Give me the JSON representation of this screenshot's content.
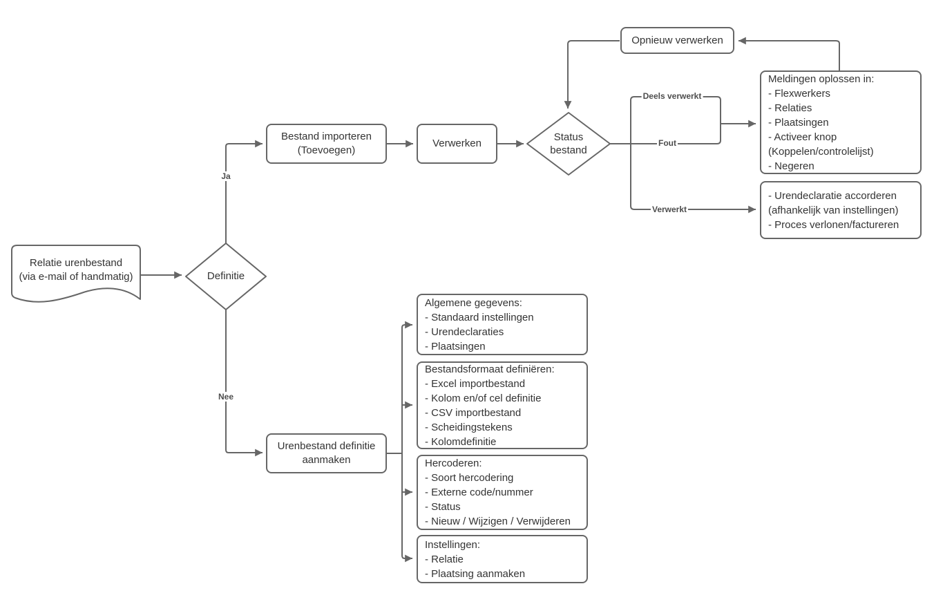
{
  "diagram": {
    "colors": {
      "stroke": "#666666",
      "text": "#333333",
      "edge_label": "#4d4d4d",
      "background": "#ffffff"
    },
    "nodes": {
      "relatie_urenbestand": {
        "shape": "document",
        "lines": [
          "Relatie urenbestand",
          "(via e-mail of handmatig)"
        ]
      },
      "definitie": {
        "shape": "diamond",
        "label": "Definitie"
      },
      "bestand_importeren": {
        "shape": "rounded-rect",
        "lines": [
          "Bestand importeren",
          "(Toevoegen)"
        ]
      },
      "verwerken": {
        "shape": "rounded-rect",
        "label": "Verwerken"
      },
      "status_bestand": {
        "shape": "diamond",
        "lines": [
          "Status",
          "bestand"
        ]
      },
      "opnieuw_verwerken": {
        "shape": "rounded-rect",
        "label": "Opnieuw verwerken"
      },
      "meldingen": {
        "shape": "rounded-rect",
        "lines": [
          "Meldingen oplossen in:",
          "- Flexwerkers",
          "- Relaties",
          "- Plaatsingen",
          "- Activeer knop",
          "(Koppelen/controlelijst)",
          "- Negeren"
        ]
      },
      "urendeclaratie": {
        "shape": "rounded-rect",
        "lines": [
          "- Urendeclaratie accorderen",
          "(afhankelijk van instellingen)",
          "- Proces verlonen/factureren"
        ]
      },
      "urenbestand_definitie": {
        "shape": "rounded-rect",
        "lines": [
          "Urenbestand definitie",
          "aanmaken"
        ]
      },
      "algemene_gegevens": {
        "shape": "rounded-rect",
        "lines": [
          "Algemene gegevens:",
          "- Standaard instellingen",
          "- Urendeclaraties",
          "- Plaatsingen"
        ]
      },
      "bestandsformaat": {
        "shape": "rounded-rect",
        "lines": [
          "Bestandsformaat definiëren:",
          "- Excel importbestand",
          "- Kolom en/of cel definitie",
          "- CSV importbestand",
          "- Scheidingstekens",
          "- Kolomdefinitie"
        ]
      },
      "hercoderen": {
        "shape": "rounded-rect",
        "lines": [
          "Hercoderen:",
          "- Soort hercodering",
          "- Externe code/nummer",
          "- Status",
          "- Nieuw / Wijzigen / Verwijderen"
        ]
      },
      "instellingen": {
        "shape": "rounded-rect",
        "lines": [
          "Instellingen:",
          "- Relatie",
          "- Plaatsing aanmaken"
        ]
      }
    },
    "edge_labels": {
      "ja": "Ja",
      "nee": "Nee",
      "deels_verwerkt": "Deels verwerkt",
      "fout": "Fout",
      "verwerkt": "Verwerkt"
    }
  }
}
